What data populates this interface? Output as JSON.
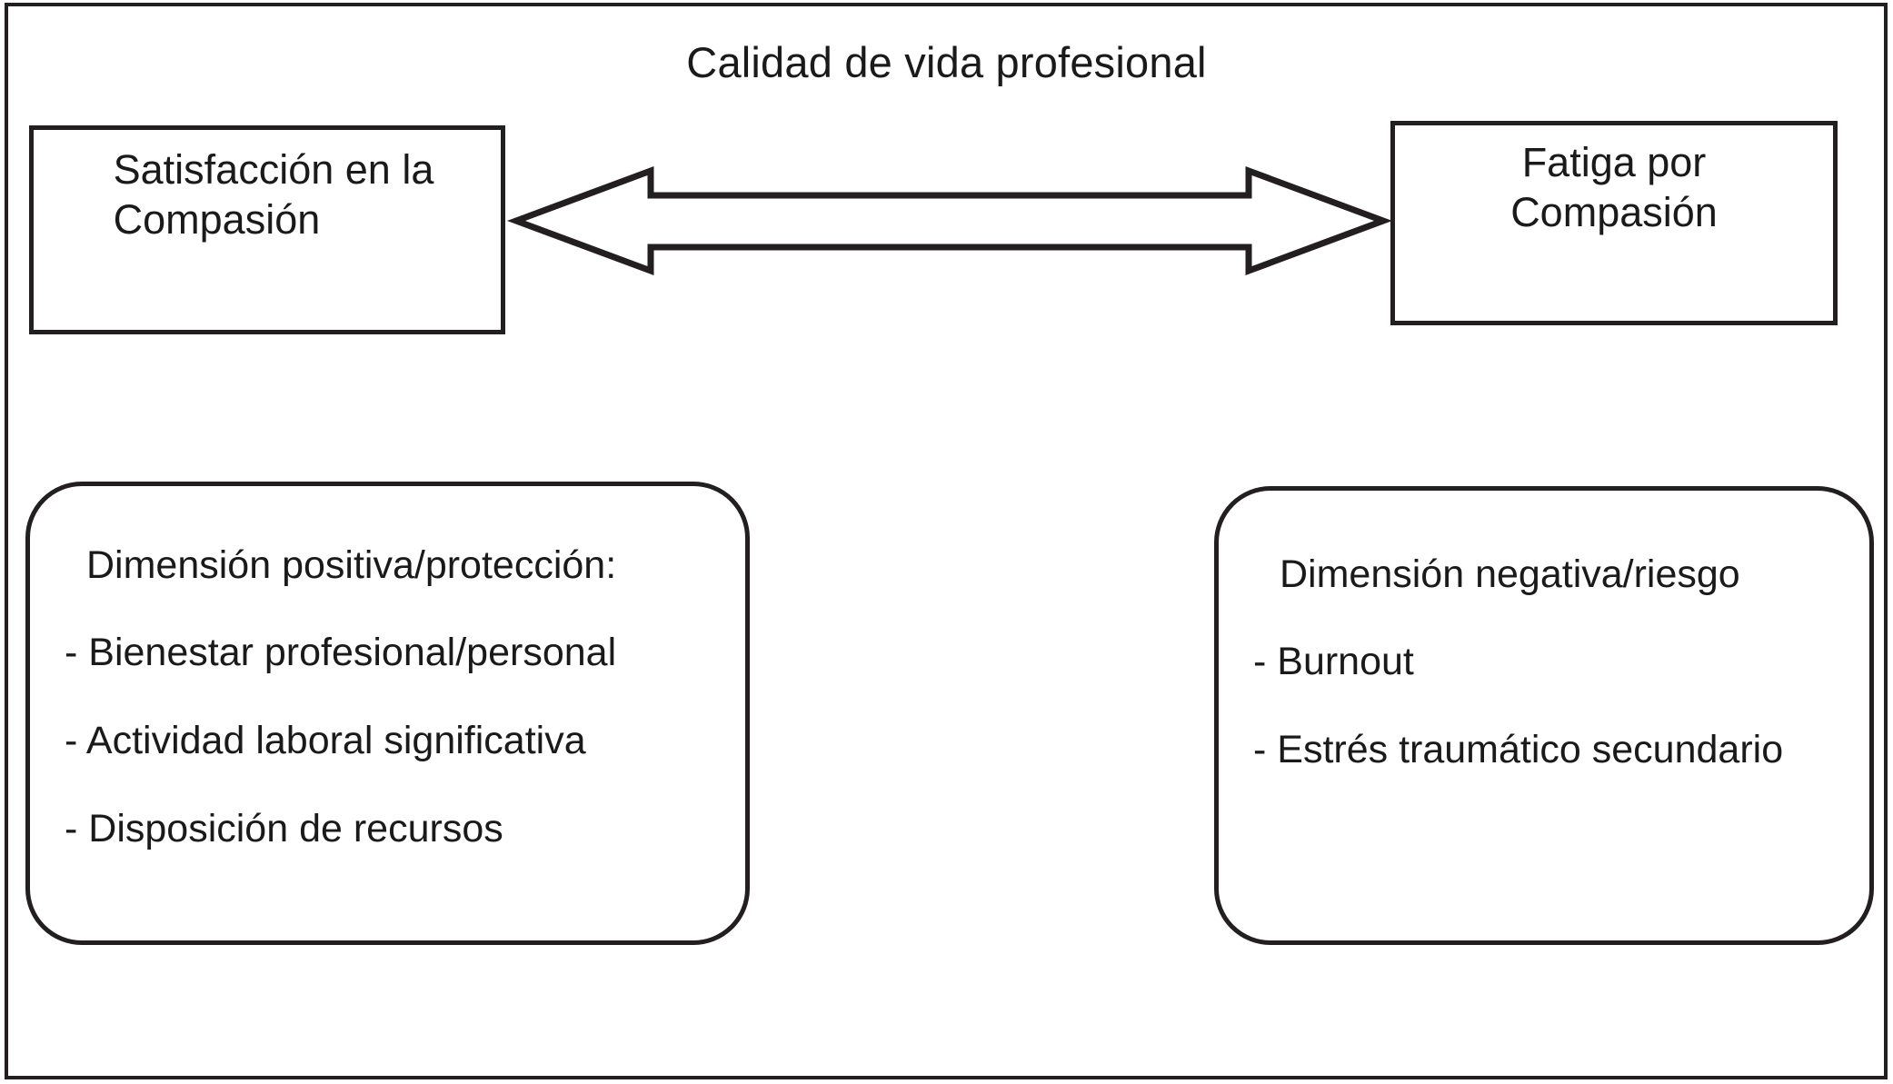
{
  "figure": {
    "title": "Calidad de vida profesional",
    "frame_color": "#231f20",
    "background_color": "#ffffff"
  },
  "nodes": {
    "satisfaction": {
      "label": "Satisfacción en la\nCompasión"
    },
    "fatigue": {
      "label": "Fatiga por\nCompasión"
    },
    "positive": {
      "heading": "Dimensión positiva/protección:",
      "bullets": [
        "- Bienestar profesional/personal",
        "- Actividad laboral significativa",
        "- Disposición de recursos"
      ]
    },
    "negative": {
      "heading": "Dimensión negativa/riesgo",
      "bullets": [
        "- Burnout",
        "- Estrés traumático secundario"
      ]
    }
  },
  "connector": {
    "type": "double-headed-arrow",
    "direction": "bidirectional",
    "style": "hollow-outline",
    "stroke_color": "#231f20"
  }
}
